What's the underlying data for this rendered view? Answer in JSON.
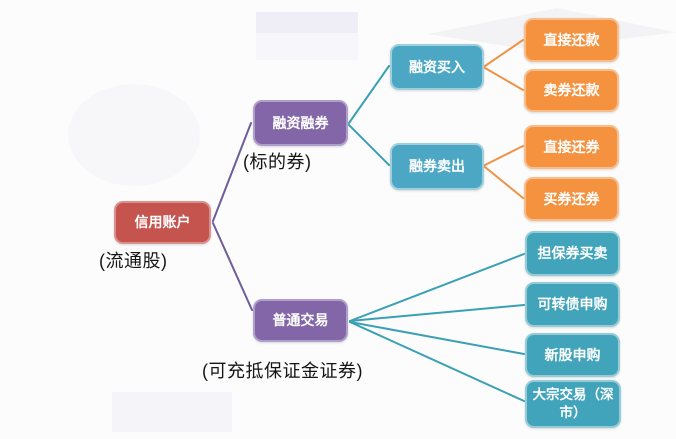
{
  "colors": {
    "background": "#FCFCFD",
    "root_red": "#C5534E",
    "branch_purple": "#8266A7",
    "action_teal": "#4BA7C3",
    "leaf_teal": "#41A4BA",
    "leaf_orange": "#F59240",
    "line_purple": "#6E5C9C",
    "line_teal": "#3AA0B4",
    "line_orange": "#EE9346",
    "node_text": "#FFFFFF",
    "note_text": "#141414"
  },
  "nodes": {
    "credit_account": {
      "label": "信用账户",
      "note": "(流通股)"
    },
    "margin_trading": {
      "label": "融资融券",
      "note": "(标的券)"
    },
    "ordinary_trading": {
      "label": "普通交易",
      "note": "(可充抵保证金证券)"
    },
    "margin_buy": {
      "label": "融资买入"
    },
    "short_sell": {
      "label": "融券卖出"
    },
    "direct_repay_cash": {
      "label": "直接还款"
    },
    "sell_securities_repay_cash": {
      "label": "卖券还款"
    },
    "direct_return_securities": {
      "label": "直接还券"
    },
    "buy_securities_return_securities": {
      "label": "买券还券"
    },
    "collateral_securities_trading": {
      "label": "担保券买卖"
    },
    "convertible_bond_subscription": {
      "label": "可转债申购"
    },
    "new_share_subscription": {
      "label": "新股申购"
    },
    "block_trading_shenzhen": {
      "label": "大宗交易（深市）"
    }
  }
}
